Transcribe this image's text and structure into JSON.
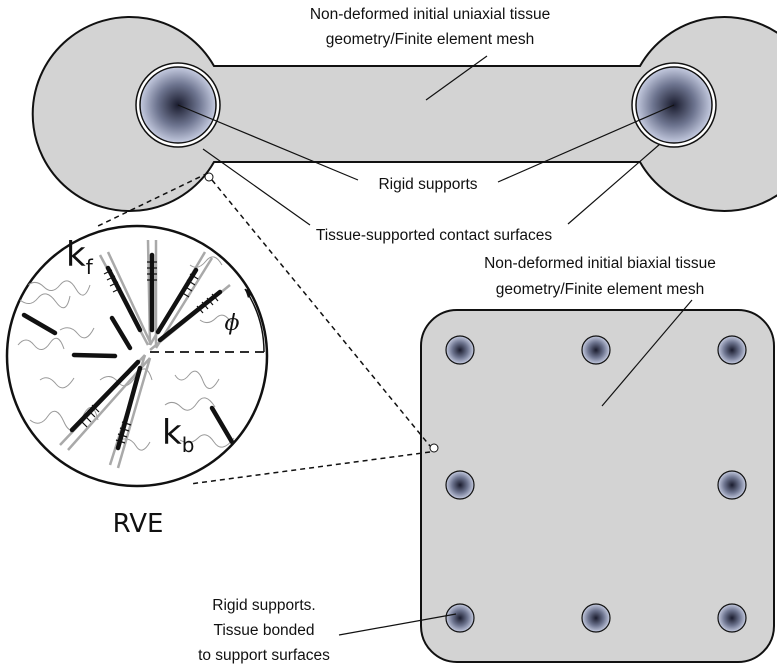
{
  "labels": {
    "uniaxial_line1": "Non-deformed initial uniaxial tissue",
    "uniaxial_line2": "geometry/Finite element mesh",
    "rigid_supports": "Rigid supports",
    "contact_surfaces": "Tissue-supported contact surfaces",
    "biaxial_line1": "Non-deformed initial biaxial tissue",
    "biaxial_line2": "geometry/Finite element mesh",
    "bonded_line1": "Rigid supports.",
    "bonded_line2": "Tissue bonded",
    "bonded_line3": "to support surfaces",
    "rve": "RVE",
    "k_f_base": "k",
    "k_f_sub": "f",
    "k_b_base": "k",
    "k_b_sub": "b",
    "phi": "ϕ"
  },
  "colors": {
    "tissue_fill": "#d3d3d3",
    "outline": "#111111",
    "support_center": "#1a1c2e",
    "support_edge": "#c5cbe0",
    "fiber_gray": "#a9a9a9",
    "spring_black": "#111111"
  }
}
